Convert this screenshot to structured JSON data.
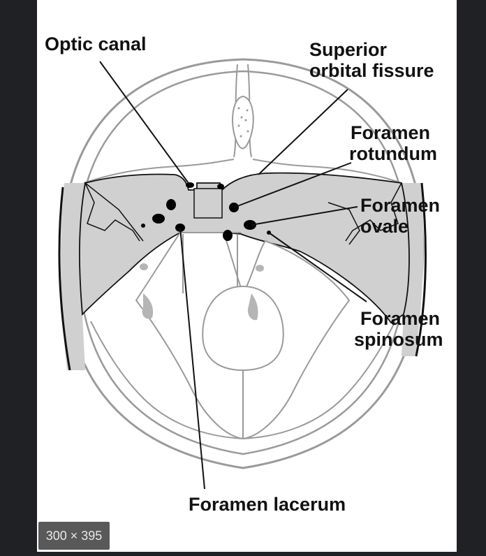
{
  "image_viewer": {
    "dimensions_badge": "300 × 395"
  },
  "diagram": {
    "labels": {
      "optic_canal": "Optic canal",
      "superior_orbital_fissure_1": "Superior",
      "superior_orbital_fissure_2": "orbital fissure",
      "foramen_rotundum_1": "Foramen",
      "foramen_rotundum_2": "rotundum",
      "foramen_ovale_1": "Foramen",
      "foramen_ovale_2": "ovale",
      "foramen_spinosum_1": "Foramen",
      "foramen_spinosum_2": "spinosum",
      "foramen_lacerum": "Foramen lacerum"
    },
    "colors": {
      "sphenoid_fill": "#d0d0d0",
      "outline": "#9a9a9a",
      "foramina": "#000000"
    }
  }
}
